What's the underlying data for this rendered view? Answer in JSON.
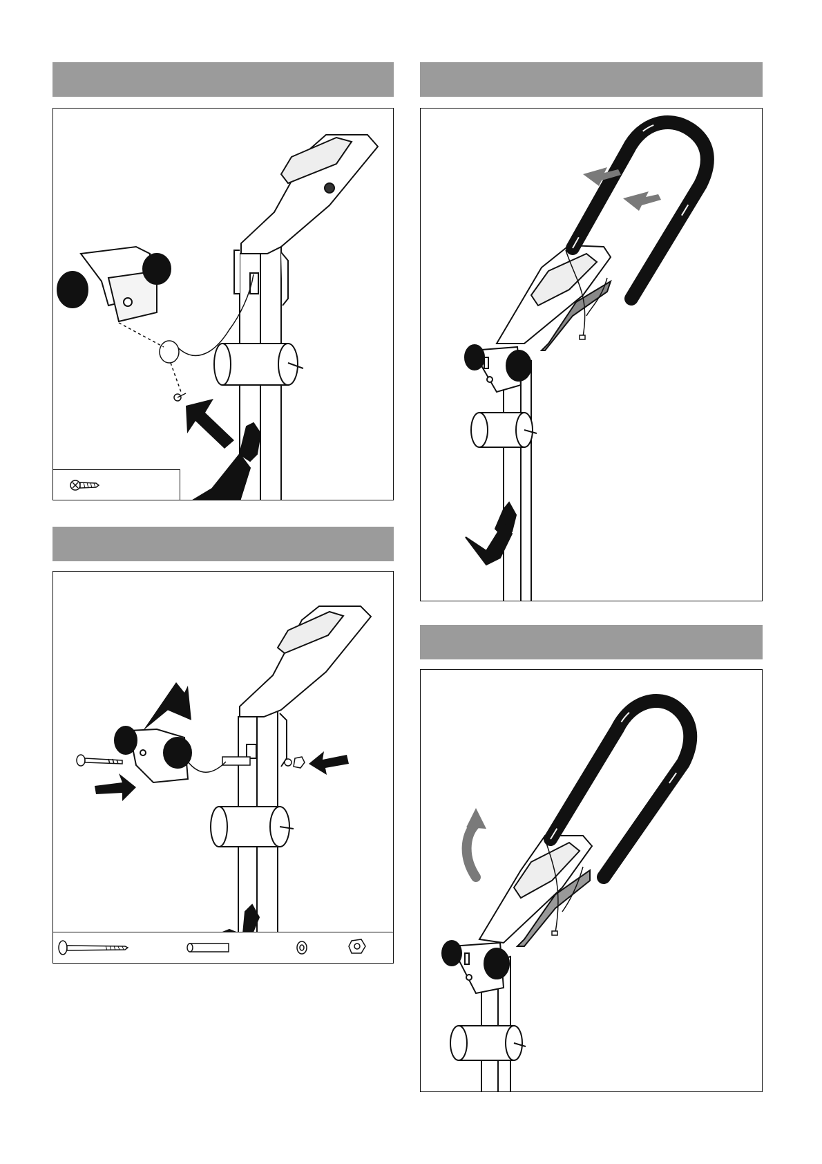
{
  "steps": [
    {
      "id": "step-1",
      "title": ""
    },
    {
      "id": "step-2",
      "title": ""
    },
    {
      "id": "step-3",
      "title": ""
    },
    {
      "id": "step-4",
      "title": ""
    }
  ],
  "parts": {
    "step_1": [
      "screw-icon"
    ],
    "step_3": [
      "carriage-bolt-icon",
      "spacer-sleeve-icon",
      "washer-icon",
      "nut-icon"
    ]
  },
  "colors": {
    "header_grey": "#9b9b9b",
    "arrow_dark": "#111111",
    "arrow_grey": "#7a7a7a",
    "line": "#111111"
  }
}
